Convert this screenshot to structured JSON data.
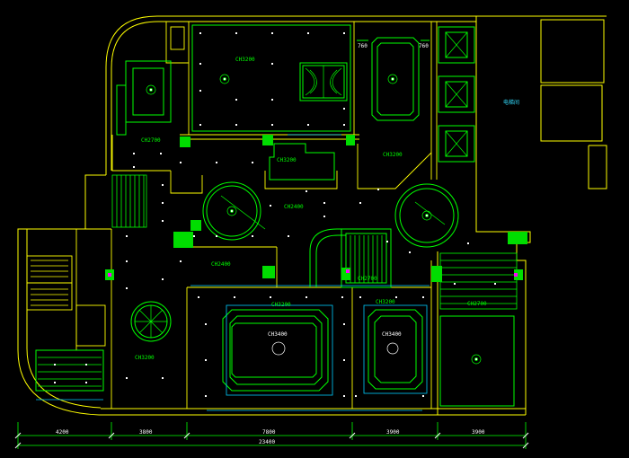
{
  "colors": {
    "background": "#000000",
    "wall": "#ffff00",
    "ceiling": "#00ff00",
    "ceiling_light": "#80ff80",
    "light_fixture": "#ffffff",
    "fill_block": "#00dd00",
    "accent": "#ff00ff",
    "blue_line": "#00ccff",
    "cyan_text": "#33ddff"
  },
  "ceiling_labels": [
    {
      "id": "top-room",
      "text": "CH3200"
    },
    {
      "id": "left-room",
      "text": "CH2700"
    },
    {
      "id": "center-nook",
      "text": "CH3200"
    },
    {
      "id": "right-room",
      "text": "CH3200"
    },
    {
      "id": "hall",
      "text": "CH2400"
    },
    {
      "id": "mid-left",
      "text": "CH2400"
    },
    {
      "id": "stair-right",
      "text": "CH2700"
    },
    {
      "id": "far-right",
      "text": "CH2700"
    },
    {
      "id": "lower-left",
      "text": "CH3200"
    },
    {
      "id": "lower-center-top",
      "text": "CH3200"
    },
    {
      "id": "lower-right-top",
      "text": "CH3200"
    },
    {
      "id": "lower-center",
      "text": "CH3400"
    },
    {
      "id": "lower-right",
      "text": "CH3400"
    }
  ],
  "room_labels": [
    {
      "id": "elevator-room",
      "text": "电梯间"
    }
  ],
  "small_dims": [
    {
      "id": "dim-760-left",
      "text": "760"
    },
    {
      "id": "dim-760-right",
      "text": "760"
    }
  ],
  "dimensions": {
    "segments": [
      "4200",
      "3800",
      "7800",
      "3900",
      "3900"
    ],
    "total": "23400"
  }
}
